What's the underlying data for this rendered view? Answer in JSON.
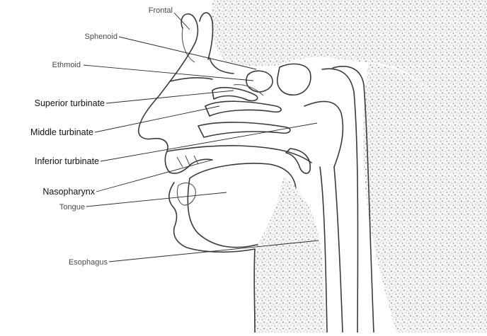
{
  "diagram": {
    "labels": {
      "frontal": "Frontal",
      "sphenoid": "Sphenoid",
      "ethmoid": "Ethmoid",
      "superior_turbinate": "Superior turbinate",
      "middle_turbinate": "Middle turbinate",
      "inferior_turbinate": "Inferior turbinate",
      "nasopharynx": "Nasopharynx",
      "tongue": "Tongue",
      "esophagus": "Esophagus"
    },
    "colors": {
      "line": "#3a3a3a",
      "stipple": "#8a8a8a",
      "background": "#ffffff"
    }
  }
}
